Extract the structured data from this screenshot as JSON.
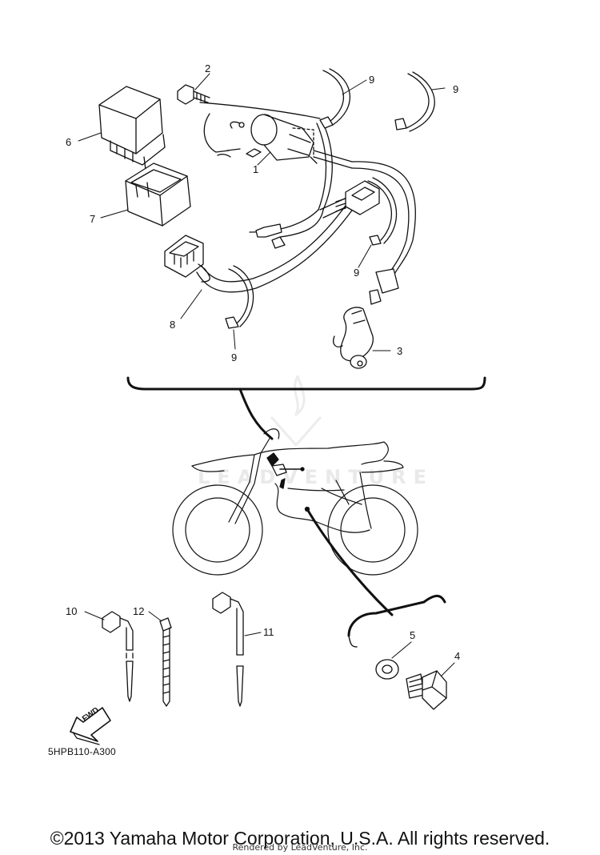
{
  "callouts": {
    "c1": "1",
    "c2": "2",
    "c3": "3",
    "c4": "4",
    "c5": "5",
    "c6": "6",
    "c7": "7",
    "c8": "8",
    "c9a": "9",
    "c9b": "9",
    "c9c": "9",
    "c9d": "9",
    "c10": "10",
    "c11": "11",
    "c12": "12"
  },
  "fwd_label": "FWD",
  "diagram_code": "5HPB110-A300",
  "watermark": "LEADVENTURE",
  "copyright": "©2013 Yamaha Motor Corporation, U.S.A. All rights reserved.",
  "rendered_by": "Rendered by LeadVenture, Inc.",
  "colors": {
    "line": "#111111",
    "watermark": "#e9e9e9",
    "background": "#ffffff"
  }
}
